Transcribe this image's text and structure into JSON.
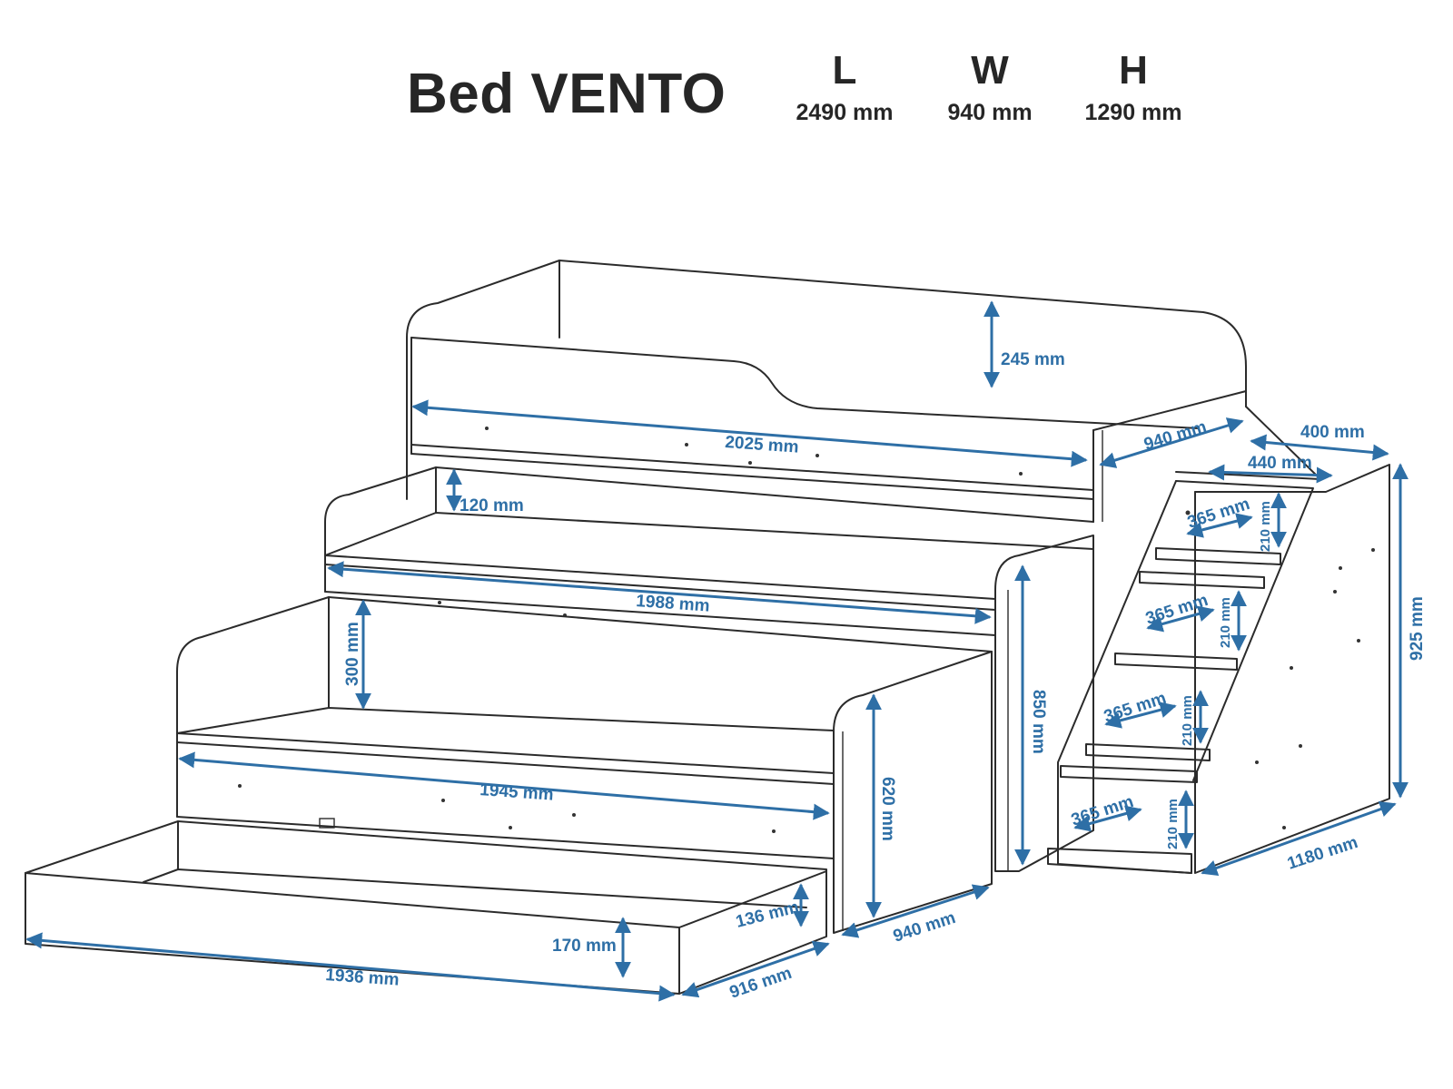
{
  "title": "Bed VENTO",
  "overall": [
    {
      "key": "L",
      "value": "2490 mm"
    },
    {
      "key": "W",
      "value": "940 mm"
    },
    {
      "key": "H",
      "value": "1290 mm"
    }
  ],
  "dims": {
    "upper_rail_height": "245 mm",
    "upper_length": "2025 mm",
    "upper_width": "940 mm",
    "stairs_top_depth": "400 mm",
    "stairs_step_depth": "440 mm",
    "stairs_height": "925 mm",
    "stairs_length": "1180 mm",
    "middle_rail_height": "120 mm",
    "middle_length": "1988 mm",
    "middle_height": "850 mm",
    "lower_rail_height": "300 mm",
    "lower_length": "1945 mm",
    "lower_height": "620 mm",
    "lower_width": "940 mm",
    "drawer_length": "1936 mm",
    "drawer_width": "916 mm",
    "drawer_rail": "136 mm",
    "drawer_height": "170 mm",
    "step1_depth": "365 mm",
    "step1_height": "210 mm",
    "step2_depth": "365 mm",
    "step2_height": "210 mm",
    "step3_depth": "365 mm",
    "step3_height": "210 mm",
    "step4_depth": "365 mm",
    "step4_height": "210 mm"
  }
}
